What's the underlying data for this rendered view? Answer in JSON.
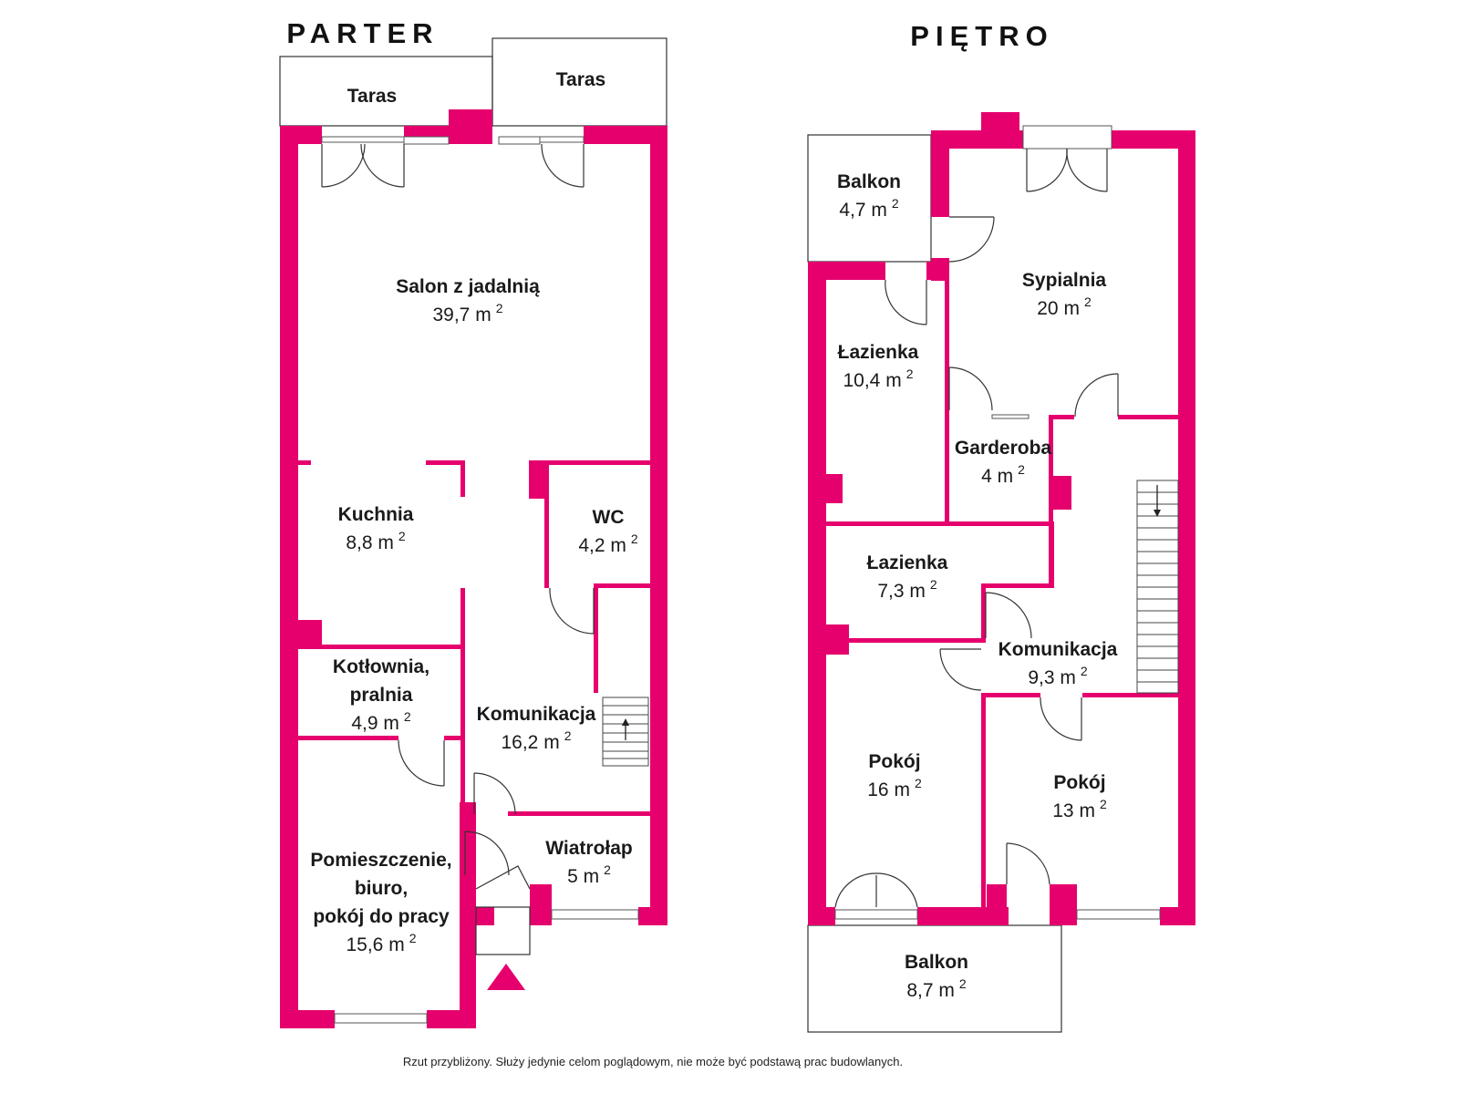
{
  "titles": {
    "ground": "PARTER",
    "upper": "PIĘTRO"
  },
  "area_unit": "m",
  "area_exponent": "2",
  "ground_rooms": [
    {
      "id": "taras1",
      "name": [
        "Taras"
      ],
      "area": ""
    },
    {
      "id": "taras2",
      "name": [
        "Taras"
      ],
      "area": ""
    },
    {
      "id": "salon",
      "name": [
        "Salon z jadalnią"
      ],
      "area": "39,7"
    },
    {
      "id": "kuchnia",
      "name": [
        "Kuchnia"
      ],
      "area": "8,8"
    },
    {
      "id": "wc",
      "name": [
        "WC"
      ],
      "area": "4,2"
    },
    {
      "id": "kotlownia",
      "name": [
        "Kotłownia,",
        "pralnia"
      ],
      "area": "4,9"
    },
    {
      "id": "komunikacja",
      "name": [
        "Komunikacja"
      ],
      "area": "16,2"
    },
    {
      "id": "pomieszczenie",
      "name": [
        "Pomieszczenie,",
        "biuro,",
        "pokój do pracy"
      ],
      "area": "15,6"
    },
    {
      "id": "wiatrolap",
      "name": [
        "Wiatrołap"
      ],
      "area": "5"
    }
  ],
  "upper_rooms": [
    {
      "id": "balkon1",
      "name": [
        "Balkon"
      ],
      "area": "4,7"
    },
    {
      "id": "sypialnia",
      "name": [
        "Sypialnia"
      ],
      "area": "20"
    },
    {
      "id": "lazienka1",
      "name": [
        "Łazienka"
      ],
      "area": "10,4"
    },
    {
      "id": "garderoba",
      "name": [
        "Garderoba"
      ],
      "area": "4"
    },
    {
      "id": "lazienka2",
      "name": [
        "Łazienka"
      ],
      "area": "7,3"
    },
    {
      "id": "komunikacja2",
      "name": [
        "Komunikacja"
      ],
      "area": "9,3"
    },
    {
      "id": "pokoj1",
      "name": [
        "Pokój"
      ],
      "area": "16"
    },
    {
      "id": "pokoj2",
      "name": [
        "Pokój"
      ],
      "area": "13"
    },
    {
      "id": "balkon2",
      "name": [
        "Balkon"
      ],
      "area": "8,7"
    }
  ],
  "disclaimer": "Rzut przybliżony. Służy jedynie celom poglądowym, nie może być podstawą prac budowlanych.",
  "colors": {
    "wall": "#e5006d",
    "outline": "#333333",
    "background": "#ffffff"
  },
  "icons": {
    "entrance": "entrance-arrow-icon",
    "stairs_up": "stairs-up-arrow-icon",
    "stairs_down": "stairs-down-arrow-icon"
  }
}
